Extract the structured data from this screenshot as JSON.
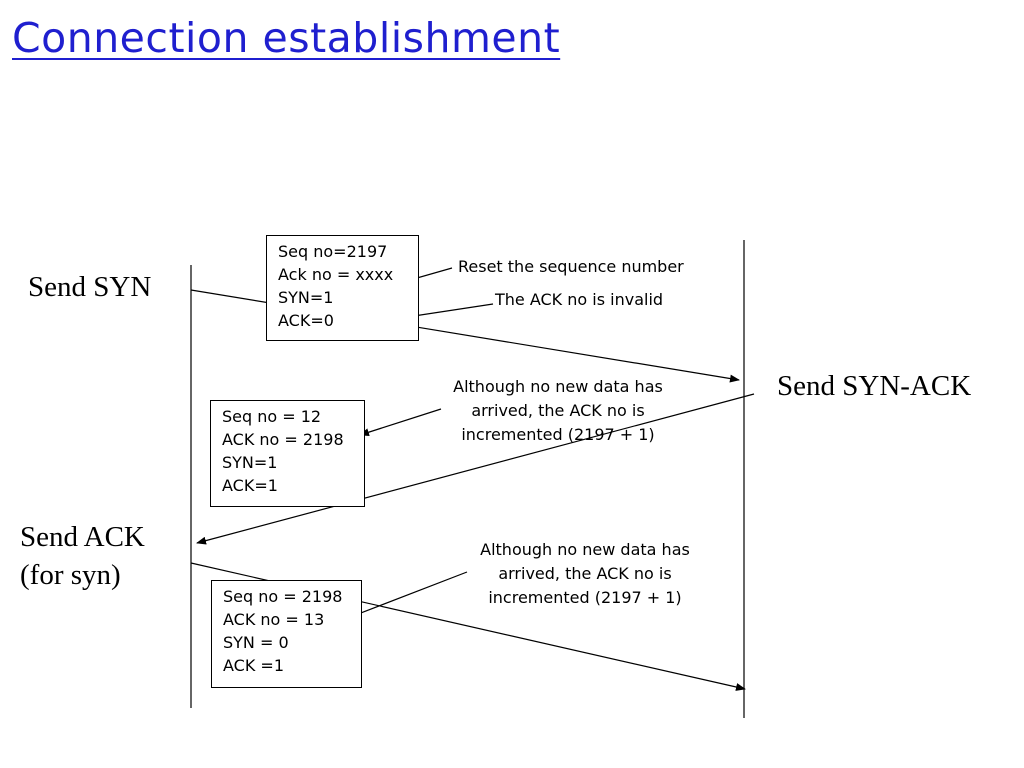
{
  "title": "Connection establishment",
  "actions": {
    "send_syn": "Send SYN",
    "send_syn_ack": "Send SYN-ACK",
    "send_ack_line1": "Send ACK",
    "send_ack_line2": "(for syn)"
  },
  "packets": [
    {
      "lines": [
        "Seq no=2197",
        "Ack no = xxxx",
        "SYN=1",
        "ACK=0"
      ]
    },
    {
      "lines": [
        "Seq no = 12",
        "ACK no = 2198",
        "SYN=1",
        "ACK=1"
      ]
    },
    {
      "lines": [
        "Seq no = 2198",
        "ACK no = 13",
        "SYN = 0",
        "ACK =1"
      ]
    }
  ],
  "notes": {
    "reset_seq": "Reset the sequence number",
    "ack_invalid": "The ACK no is invalid",
    "incremented_1": [
      "Although no new data has",
      "arrived, the ACK no is",
      "incremented (2197 + 1)"
    ],
    "incremented_2": [
      "Although no new data has",
      "arrived, the ACK no is",
      "incremented (2197 + 1)"
    ]
  }
}
